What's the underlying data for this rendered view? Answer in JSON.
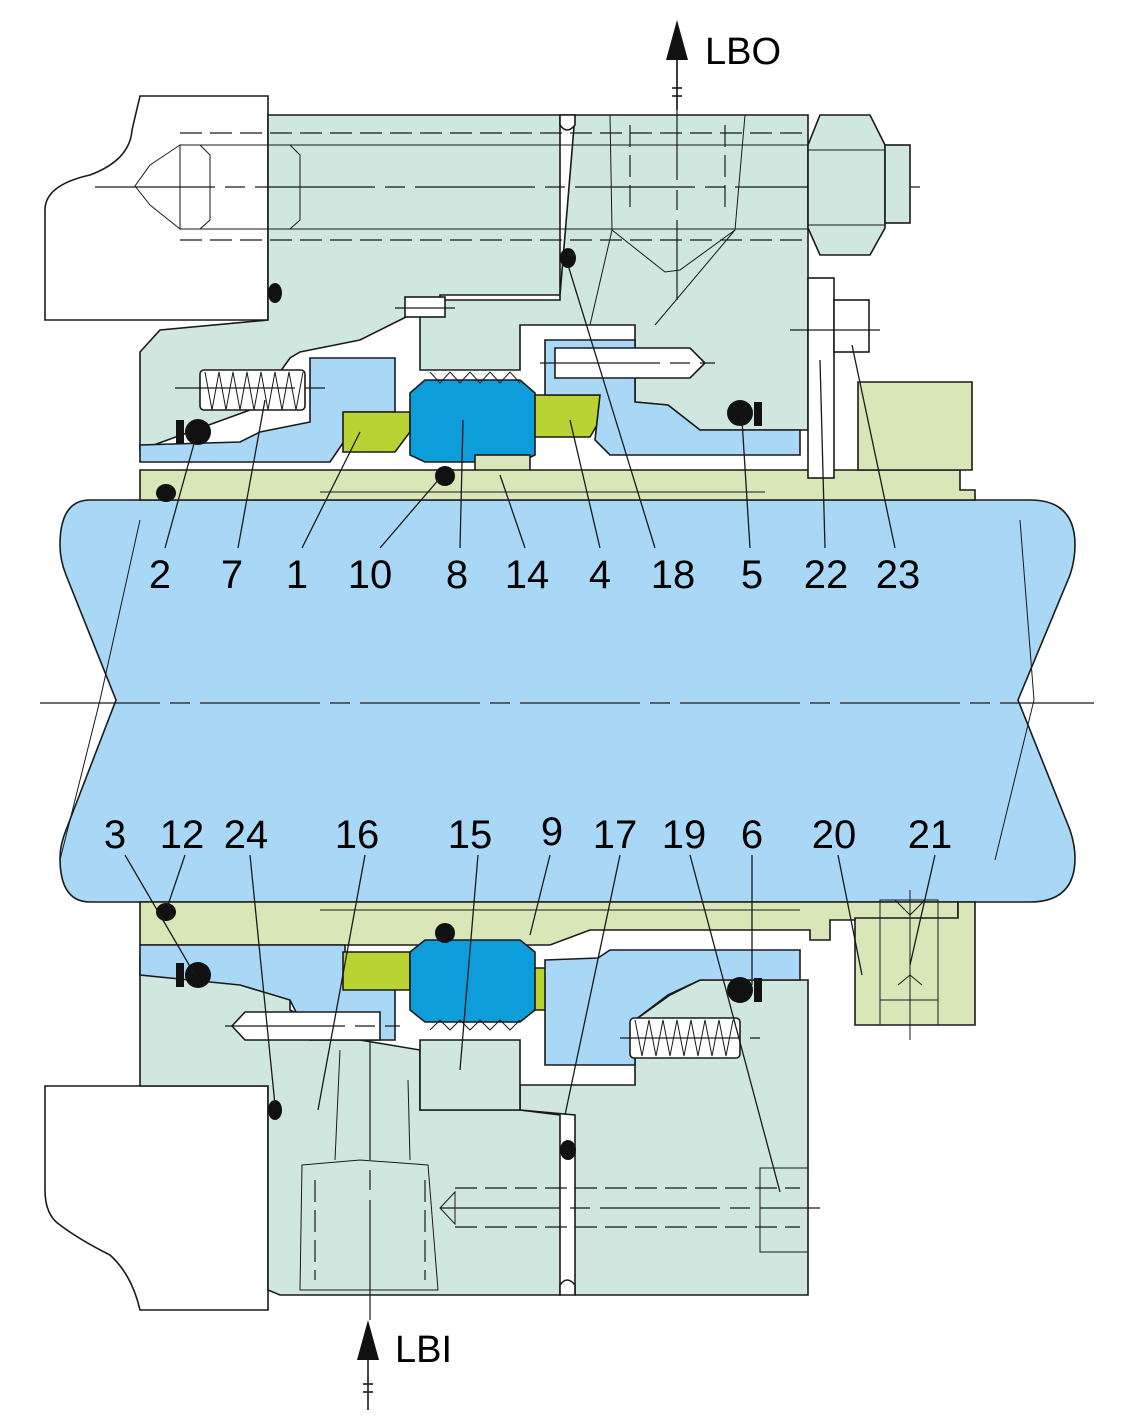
{
  "flow_labels": {
    "outlet": "LBO",
    "inlet": "LBI"
  },
  "callouts_top": [
    "2",
    "7",
    "1",
    "10",
    "8",
    "14",
    "4",
    "18",
    "5",
    "22",
    "23"
  ],
  "callouts_bottom": [
    "3",
    "12",
    "24",
    "16",
    "15",
    "9",
    "17",
    "19",
    "6",
    "20",
    "21"
  ],
  "colors": {
    "housing": "#cfe7df",
    "seal_blue": "#a8d8f5",
    "face_blue": "#0e9ddb",
    "sleeve_green": "#d8e6b8",
    "face_green": "#b9d332",
    "stroke": "#1a1a1a"
  }
}
